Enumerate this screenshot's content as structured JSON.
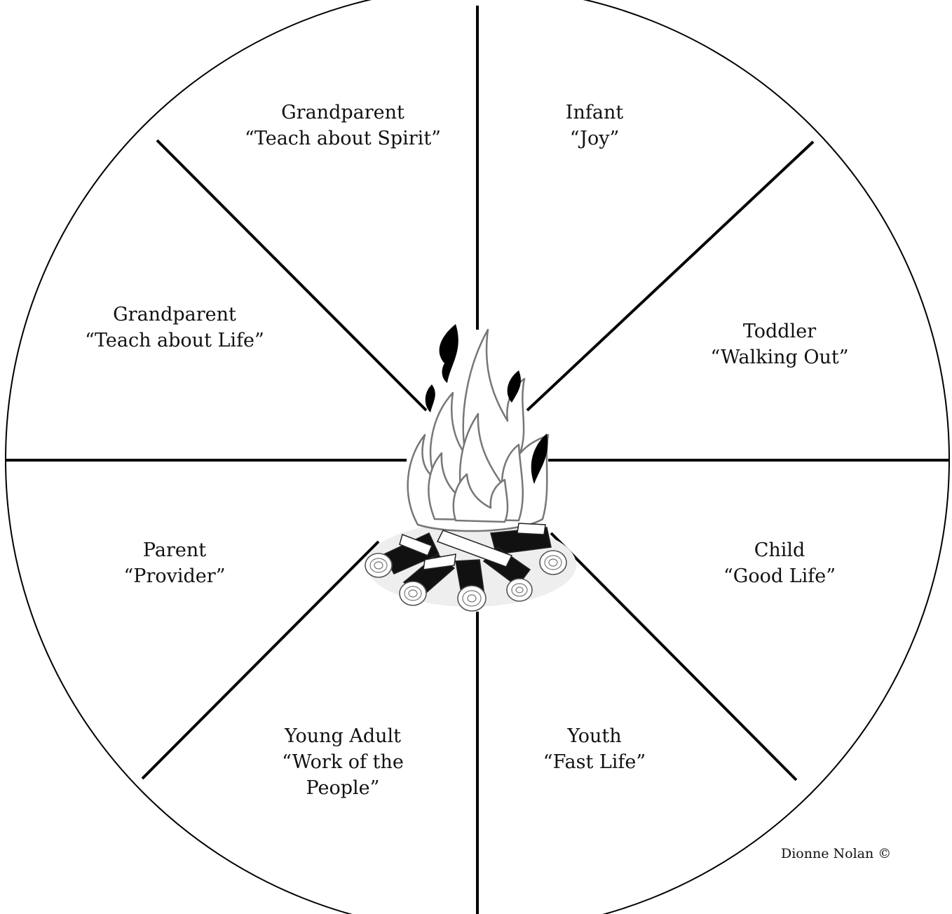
{
  "segments": [
    {
      "id": "grandparent-spirit",
      "title": "Grandparent",
      "lines": [
        "“Teach about Spirit”"
      ]
    },
    {
      "id": "infant",
      "title": "Infant",
      "lines": [
        "“Joy”"
      ]
    },
    {
      "id": "grandparent-life",
      "title": "Grandparent",
      "lines": [
        "“Teach about Life”"
      ]
    },
    {
      "id": "toddler",
      "title": "Toddler",
      "lines": [
        "“Walking Out”"
      ]
    },
    {
      "id": "parent",
      "title": "Parent",
      "lines": [
        "“Provider”"
      ]
    },
    {
      "id": "child",
      "title": "Child",
      "lines": [
        "“Good Life”"
      ]
    },
    {
      "id": "young-adult",
      "title": "Young Adult",
      "lines": [
        "“Work of the",
        "People”"
      ]
    },
    {
      "id": "youth",
      "title": "Youth",
      "lines": [
        "“Fast Life”"
      ]
    }
  ],
  "credit": "Dionne Nolan ©",
  "center_icon": "campfire-icon",
  "colors": {
    "line": "#000000",
    "text": "#111111",
    "background": "#ffffff"
  }
}
